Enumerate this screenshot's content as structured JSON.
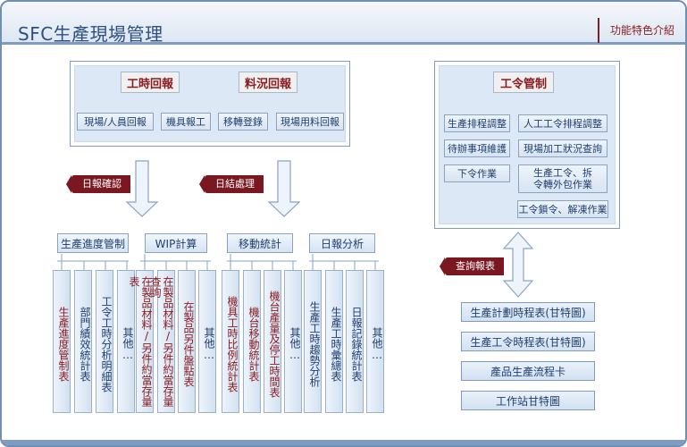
{
  "header": {
    "title": "SFC生產現場管理",
    "feature_tag": "功能特色介紹"
  },
  "left_panel": {
    "groups": [
      {
        "title": "工時回報",
        "items": [
          "現場/人員回報",
          "機具報工"
        ]
      },
      {
        "title": "料況回報",
        "items": [
          "移轉登錄",
          "現場用料回報"
        ]
      }
    ]
  },
  "badges": {
    "daily_confirm": "日報確認",
    "daily_close": "日結處理",
    "query_report": "查詢報表"
  },
  "categories": [
    {
      "label": "生產進度管制",
      "columns": [
        "生產進度管制表",
        "部門績效統計表",
        "工令工時分析明細表",
        "其他…"
      ]
    },
    {
      "label": "WIP計算",
      "columns": [
        "在製品材料/另件約當存量表",
        "在製品材料/另件約當存量查詢",
        "在製品另件盤點表",
        "其他…"
      ]
    },
    {
      "label": "移動統計",
      "columns": [
        "機具工時比例統計表",
        "機台移動統計表",
        "機台產量及停工時間表",
        "其他…"
      ]
    },
    {
      "label": "日報分析",
      "columns": [
        "生產工時趨勢分析",
        "生產工時彙總表",
        "日報記錄統計表",
        "其他…"
      ]
    }
  ],
  "right_panel": {
    "title": "工令管制",
    "items": [
      "生產排程調整",
      "人工工令排程調整",
      "待辦事項維護",
      "現場加工狀況查詢",
      "下令作業",
      "生產工令、拆令轉外包作業",
      "工令鎖令、解凍作業"
    ]
  },
  "reports": [
    "生產計劃時程表(甘特圖)",
    "生產工令時程表(甘特圖)",
    "產品生產流程卡",
    "工作站甘特圖"
  ]
}
